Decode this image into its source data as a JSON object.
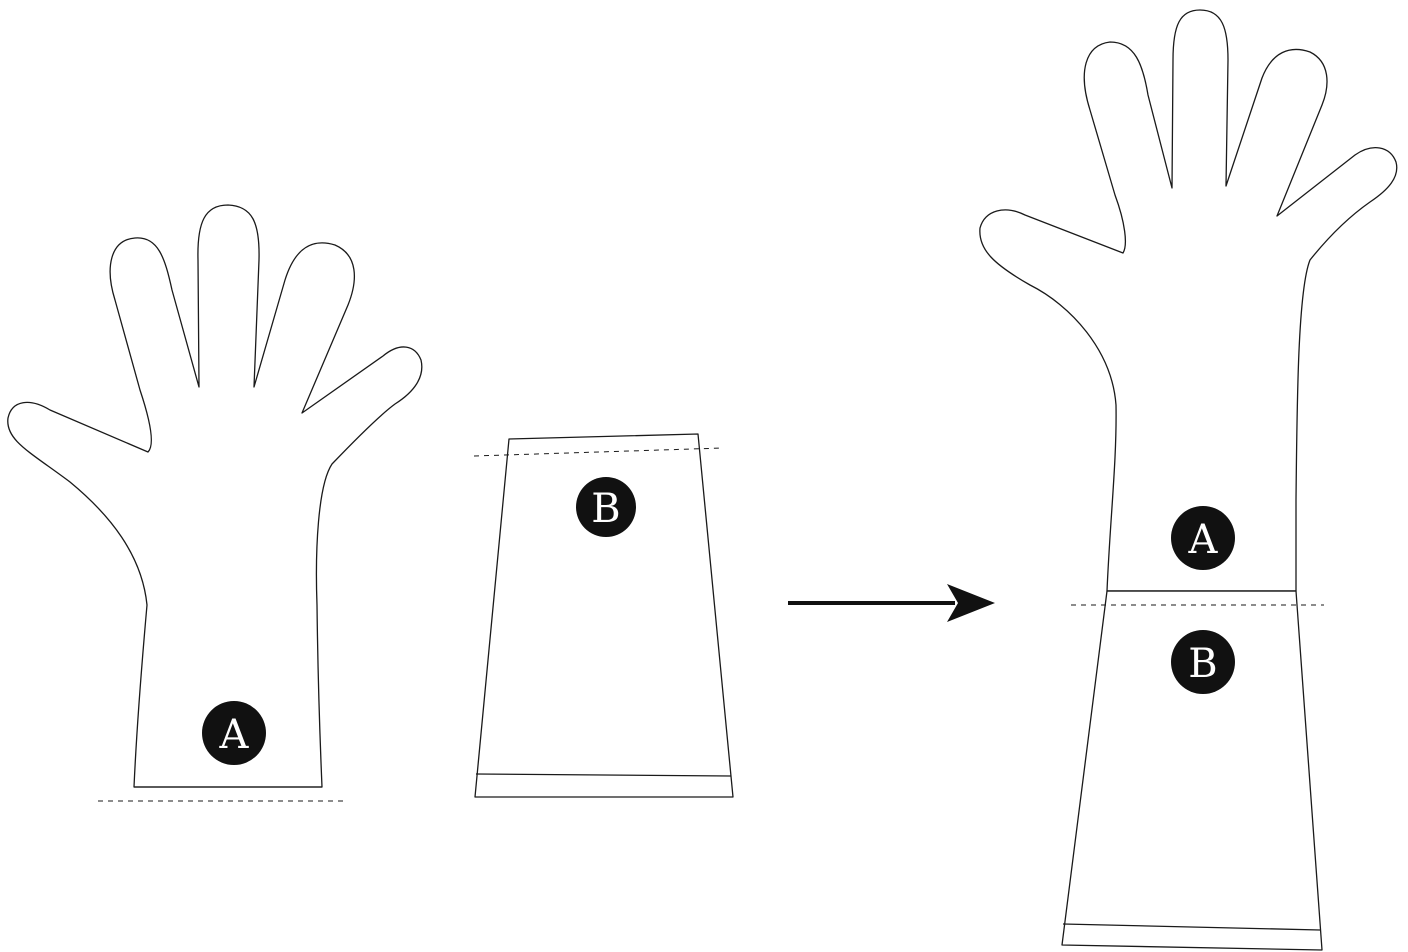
{
  "diagram": {
    "part_a": {
      "label": "A"
    },
    "part_b": {
      "label": "B"
    },
    "combined": {
      "upper_label": "A",
      "lower_label": "B"
    },
    "colors": {
      "ink": "#111111",
      "paper": "#ffffff"
    }
  }
}
